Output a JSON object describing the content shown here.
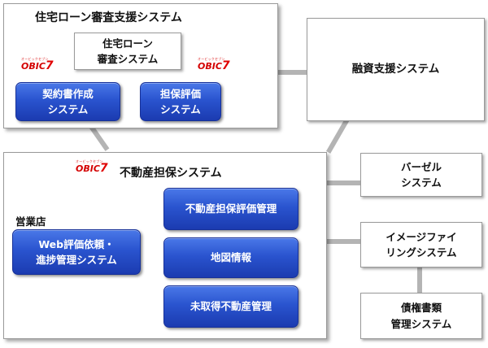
{
  "colors": {
    "accent_blue": "#2a54cf",
    "panel_border": "#9a9a9a",
    "connector": "#b4b4b4",
    "logo_red": "#d40000"
  },
  "logo": {
    "tagline": "オービックセブン",
    "main": "OBIC",
    "seven": "7"
  },
  "housing_loan": {
    "title": "住宅ローン審査支援システム",
    "review_system": "住宅ローン\n審査システム",
    "contract_system": "契約書作成\nシステム",
    "collateral_eval_system": "担保評価\nシステム"
  },
  "financing_support": {
    "label": "融資支援システム"
  },
  "real_estate": {
    "title": "不動産担保システム",
    "branch_label": "営業店",
    "web_request": "Web評価依頼・\n進捗管理システム",
    "eval_management": "不動産担保評価管理",
    "map_info": "地図情報",
    "unacquired": "未取得不動産管理"
  },
  "basel": {
    "label": "バーゼル\nシステム"
  },
  "imaging": {
    "label": "イメージファイ\nリングシステム"
  },
  "receivables": {
    "label": "債権書類\n管理システム"
  }
}
